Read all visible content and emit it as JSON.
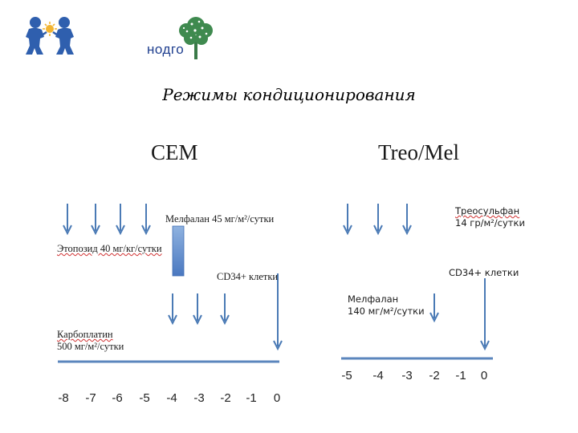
{
  "logo": {
    "brand_text": "нодго"
  },
  "title": "Режимы кондиционирования",
  "left": {
    "heading": "CEM",
    "melphalan": "Мелфалан 45 мг/м²/сутки",
    "etoposide": "Этопозид 40 мг/кг/сутки",
    "cd34": "CD34+ клетки",
    "carboplatin_line1": "Карбоплатин",
    "carboplatin_line2": "500 мг/м²/сутки",
    "ticks": [
      "-8",
      "-7",
      "-6",
      "-5",
      "-4",
      "-3",
      "-2",
      "-1",
      "0"
    ]
  },
  "right": {
    "heading": "Treo/Mel",
    "treosulfan_line1": "Треосульфан",
    "treosulfan_line2": "14 гр/м²/сутки",
    "cd34": "CD34+ клетки",
    "melphalan_line1": "Мелфалан",
    "melphalan_line2": "140 мг/м²/сутки",
    "ticks": [
      "-5",
      "-4",
      "-3",
      "-2",
      "-1",
      "0"
    ]
  },
  "colors": {
    "arrow": "#4a7ab5",
    "block_top": "#8fb2e0",
    "block_bottom": "#4a78c0",
    "timeline": "#5b86bd"
  }
}
